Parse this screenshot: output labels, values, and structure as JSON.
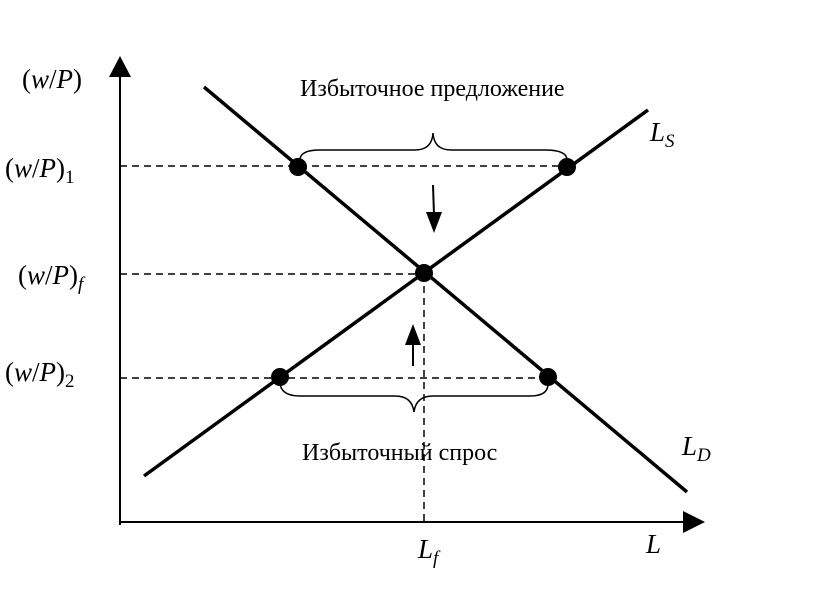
{
  "labels": {
    "y_axis": {
      "open": "(",
      "w": "w",
      "slash": "/",
      "p": "P",
      "close": ")"
    },
    "y1": {
      "open": "(",
      "w": "w",
      "slash": "/",
      "p": "P",
      "close": ")",
      "sub": "1"
    },
    "yf": {
      "open": "(",
      "w": "w",
      "slash": "/",
      "p": "P",
      "close": ")",
      "sub": "f"
    },
    "y2": {
      "open": "(",
      "w": "w",
      "slash": "/",
      "p": "P",
      "close": ")",
      "sub": "2"
    },
    "x_axis": "L",
    "xf": {
      "main": "L",
      "sub": "f"
    },
    "ls": {
      "main": "L",
      "sub": "S"
    },
    "ld": {
      "main": "L",
      "sub": "D"
    },
    "excess_supply": "Избыточное предложение",
    "excess_demand": "Избыточный спрос"
  }
}
